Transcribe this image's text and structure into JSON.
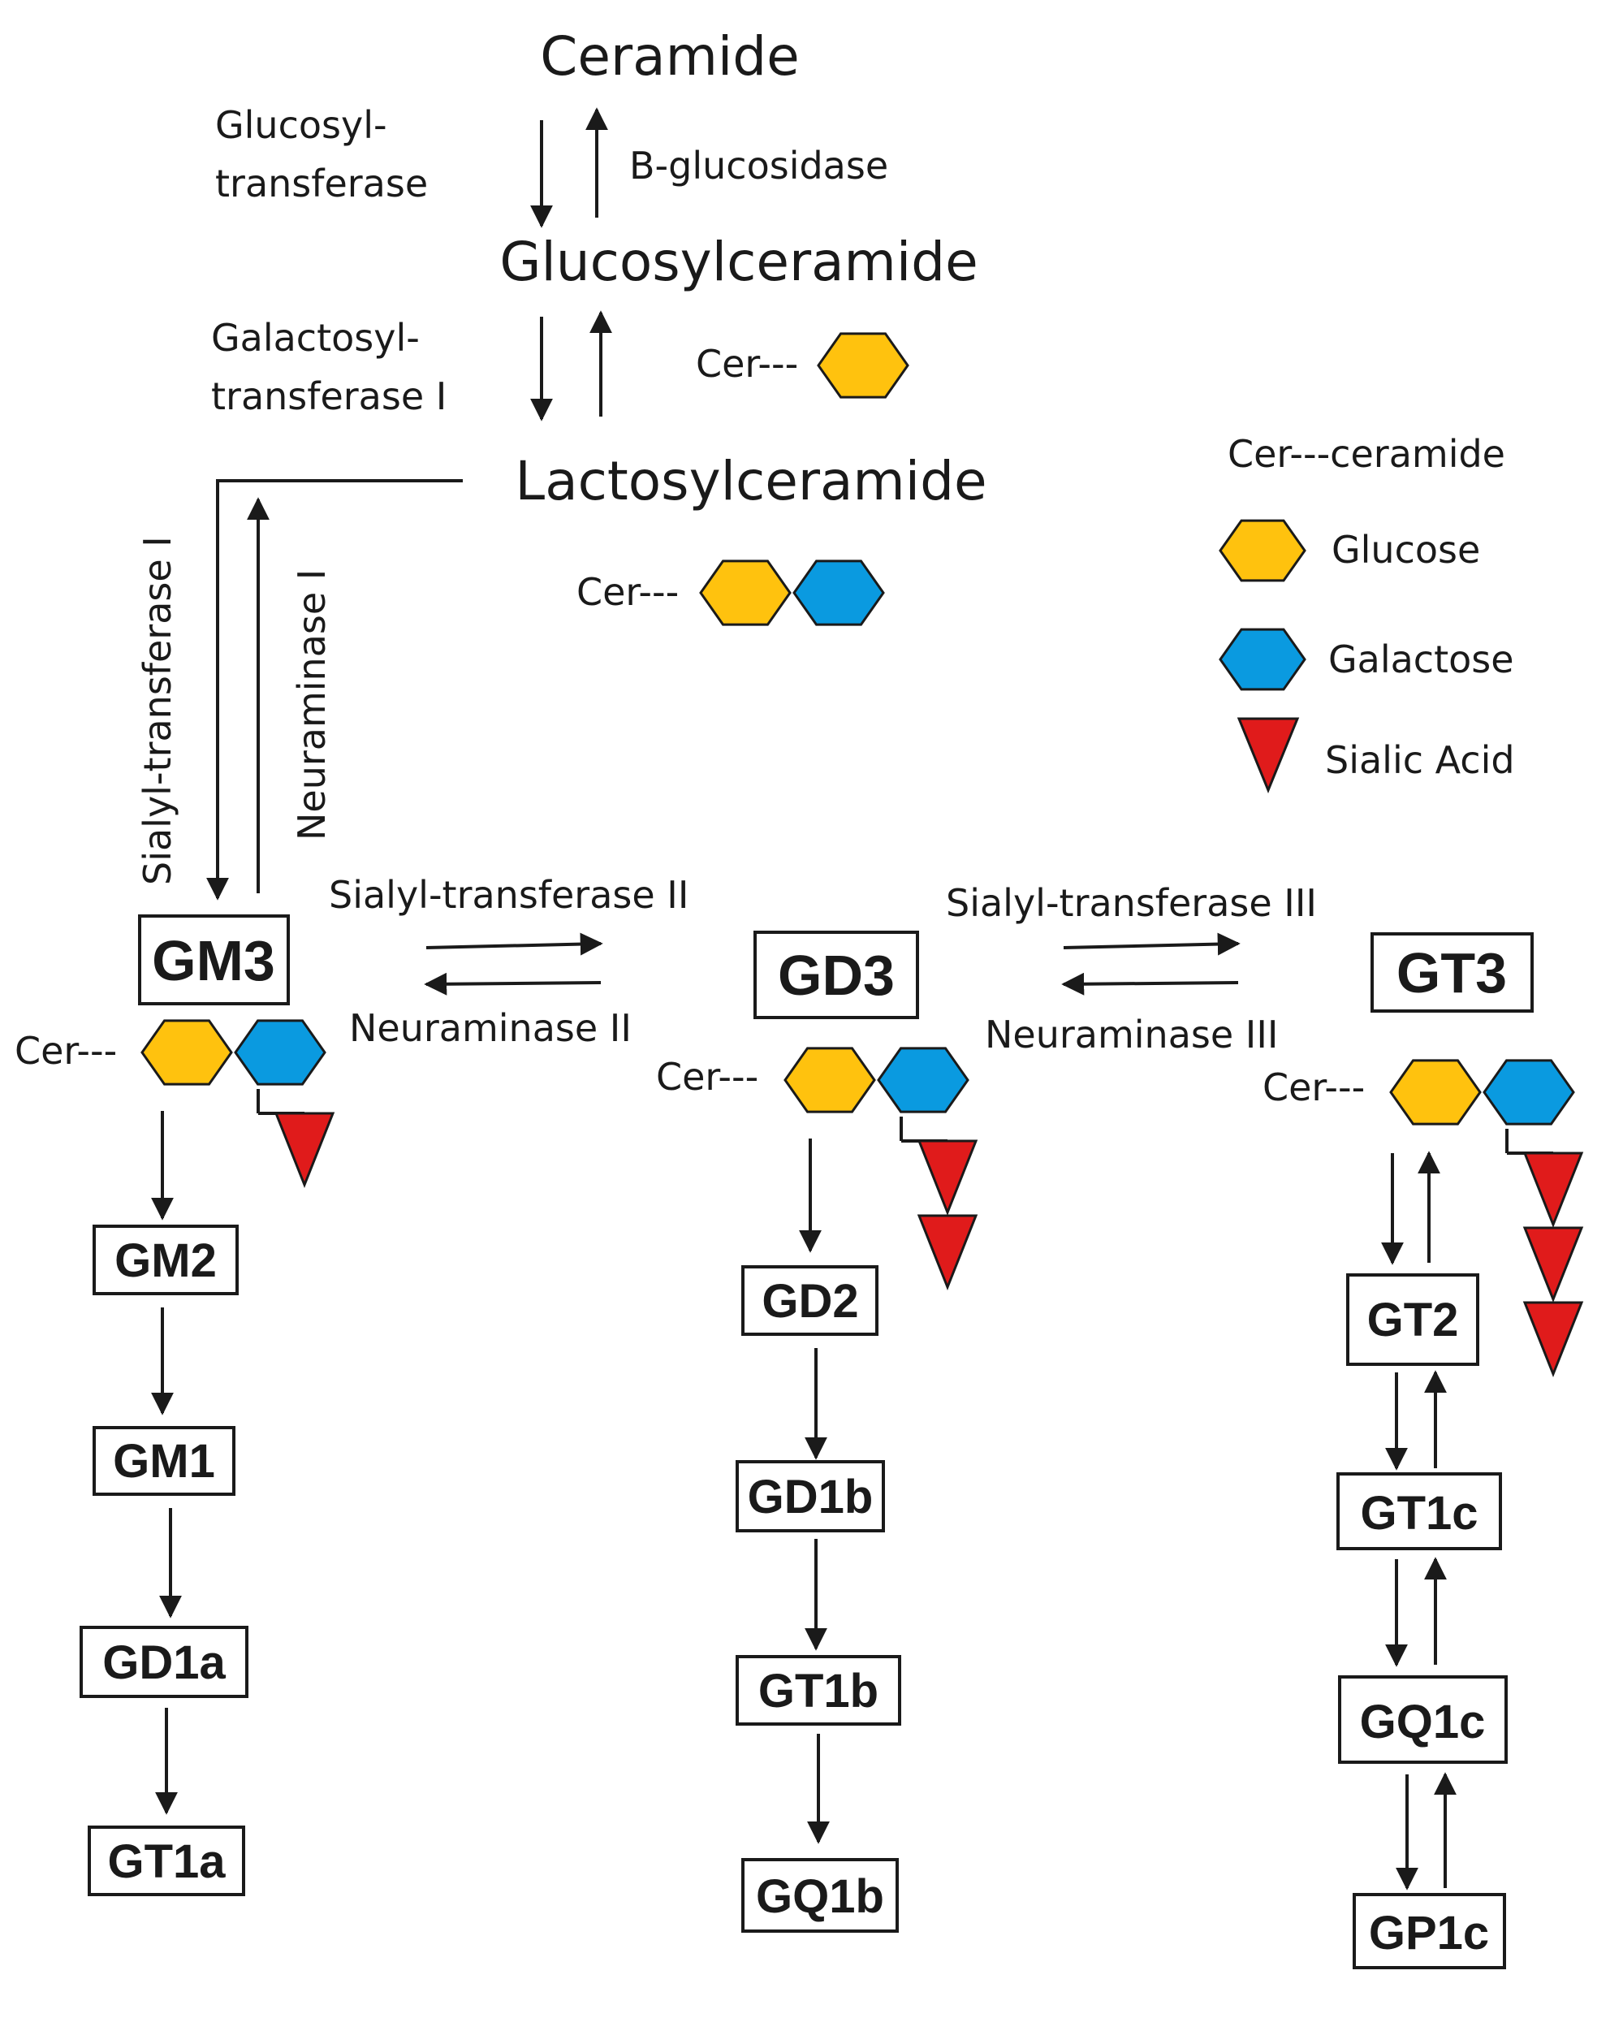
{
  "colors": {
    "glucose": "#FFC20E",
    "galactose": "#0A9AE0",
    "sialic": "#E01B1B",
    "ink": "#1a1a1a"
  },
  "top": {
    "ceramide": "Ceramide",
    "glucosylceramide": "Glucosylceramide",
    "lactosylceramide": "Lactosylceramide"
  },
  "enzymes": {
    "glucosyltransferase": [
      "Glucosyl-",
      "transferase"
    ],
    "b_glucosidase": "B-glucosidase",
    "galactosyltransferase": [
      "Galactosyl-",
      "transferase I"
    ],
    "sialyltransferase_1": "Sialyl-transferase I",
    "neuraminase_1": "Neuraminase I",
    "sialyltransferase_2": "Sialyl-transferase II",
    "neuraminase_2": "Neuraminase II",
    "sialyltransferase_3": "Sialyl-transferase III",
    "neuraminase_3": "Neuraminase III"
  },
  "cer_label": "Cer---",
  "legend": {
    "ceramide": "Cer---ceramide",
    "glucose": "Glucose",
    "galactose": "Galactose",
    "sialic": "Sialic Acid"
  },
  "series": {
    "a": [
      "GM3",
      "GM2",
      "GM1",
      "GD1a",
      "GT1a"
    ],
    "b": [
      "GD3",
      "GD2",
      "GD1b",
      "GT1b",
      "GQ1b"
    ],
    "c": [
      "GT3",
      "GT2",
      "GT1c",
      "GQ1c",
      "GP1c"
    ]
  }
}
